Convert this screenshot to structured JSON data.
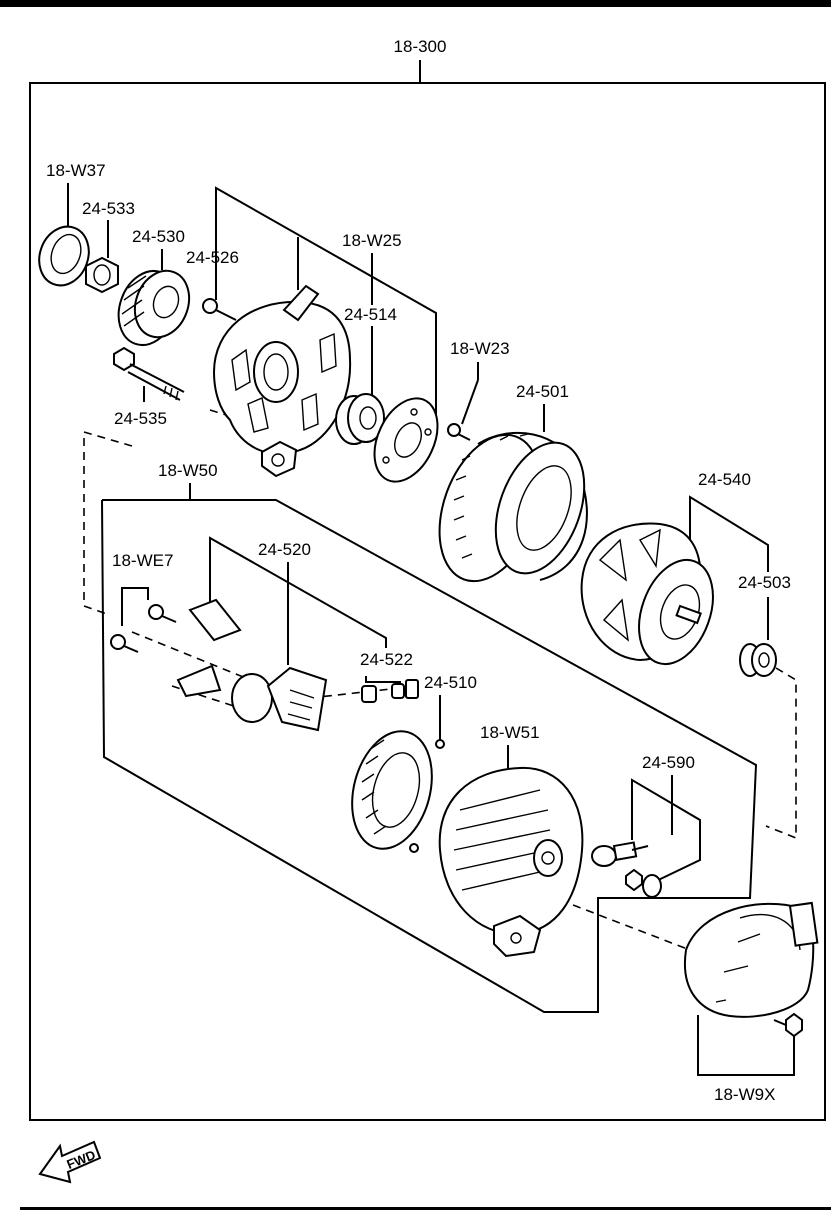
{
  "labels": {
    "assembly": "18-300",
    "w37": "18-W37",
    "p533": "24-533",
    "p530": "24-530",
    "p526": "24-526",
    "w25": "18-W25",
    "p514": "24-514",
    "w23": "18-W23",
    "p501": "24-501",
    "p535": "24-535",
    "w50": "18-W50",
    "p540": "24-540",
    "we7": "18-WE7",
    "p520": "24-520",
    "p503": "24-503",
    "p522": "24-522",
    "p510": "24-510",
    "w51": "18-W51",
    "p590": "24-590",
    "w9x": "18-W9X",
    "fwd": "FWD"
  }
}
